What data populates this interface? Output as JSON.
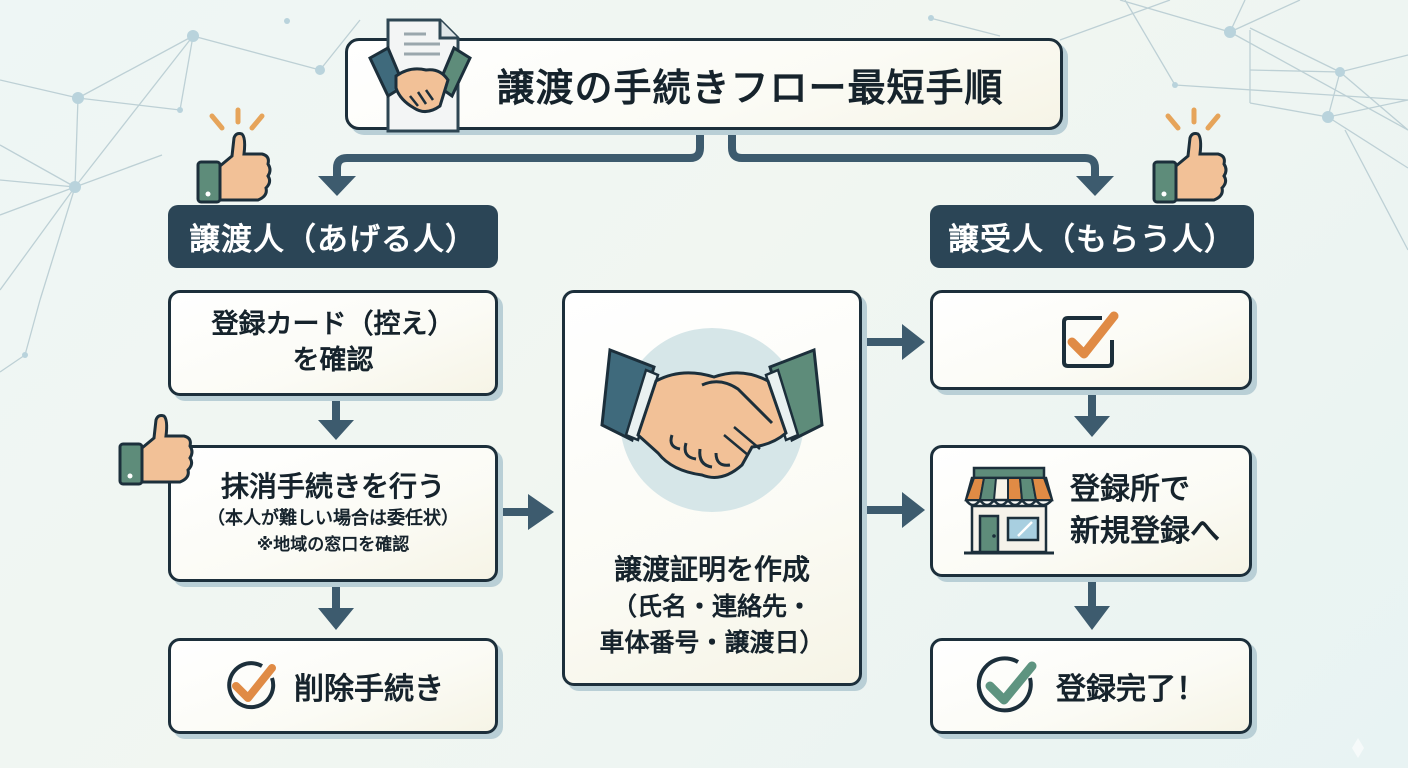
{
  "title": {
    "text": "譲渡の手続きフロー最短手順",
    "icon": "handshake-document-icon"
  },
  "colors": {
    "dark_navy": "#1c2f3b",
    "header_bg": "#2b4556",
    "arrow": "#3d5b6e",
    "check_orange": "#e08b45",
    "check_green": "#5e9480",
    "skin": "#f2c197",
    "sleeve": "#5e8c7a"
  },
  "left_column": {
    "header": "譲渡人（あげる人）",
    "header_icon": "thumbs-up-icon",
    "steps": [
      {
        "lines": [
          "登録カード（控え）",
          "を確認"
        ]
      },
      {
        "lines": [
          "抹消手続きを行う",
          "（本人が難しい場合は委任状）",
          "※地域の窓口を確認"
        ],
        "icon": "thumbs-up-icon"
      },
      {
        "lines": [
          "削除手続き"
        ],
        "icon": "check-circle-icon"
      }
    ]
  },
  "center": {
    "icon": "handshake-icon",
    "lines": [
      "譲渡証明を作成",
      "（氏名・連絡先・",
      "車体番号・譲渡日）"
    ]
  },
  "right_column": {
    "header": "譲受人（もらう人）",
    "header_icon": "thumbs-up-icon",
    "steps": [
      {
        "lines": [],
        "icon": "checkbox-checked-icon"
      },
      {
        "lines": [
          "登録所で",
          "新規登録へ"
        ],
        "icon": "storefront-icon"
      },
      {
        "lines": [
          "登録完了！"
        ],
        "icon": "check-circle-icon"
      }
    ]
  }
}
